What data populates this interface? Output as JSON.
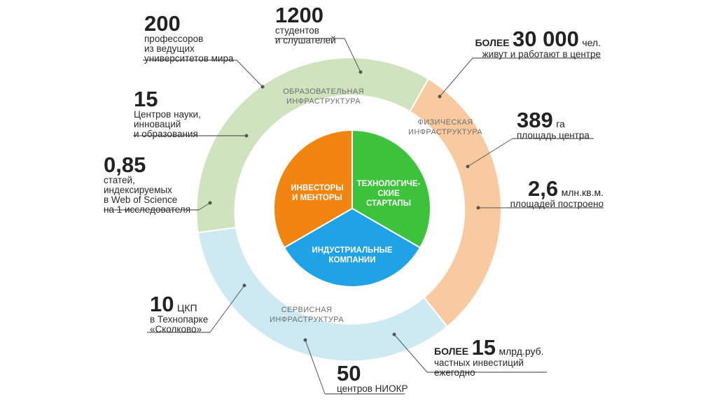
{
  "segments": {
    "education": {
      "line1": "ОБРАЗОВАТЕЛЬНАЯ",
      "line2": "ИНФРАСТРУКТУРА",
      "color": "#cfe3bf"
    },
    "physical": {
      "line1": "ФИЗИЧЕСКАЯ",
      "line2": "ИНФРАСТРУКТУРА",
      "color": "#f9caa0"
    },
    "service": {
      "line1": "СЕРВИСНАЯ",
      "line2": "ИНФРАСТРУКТУРА",
      "color": "#cde9f2"
    }
  },
  "core": {
    "investors": {
      "line1": "ИНВЕСТОРЫ",
      "line2": "И МЕНТОРЫ",
      "color": "#f2850f"
    },
    "startups": {
      "line1": "ТЕХНОЛОГИЧЕ-",
      "line2": "СКИЕ",
      "line3": "СТАРТАПЫ",
      "color": "#3cc33b"
    },
    "companies": {
      "line1": "ИНДУСТРИАЛЬНЫЕ",
      "line2": "КОМПАНИИ",
      "color": "#1fa2e6"
    }
  },
  "stats": {
    "professors": {
      "number": "200",
      "line1": "профессоров",
      "line2": "из ведущих",
      "line3": "университетов мира"
    },
    "students": {
      "number": "1200",
      "line1": "студентов",
      "line2": "и слушателей"
    },
    "centers": {
      "number": "15",
      "line1": "Центров науки,",
      "line2": "инноваций",
      "line3": "и образования"
    },
    "articles": {
      "number": "0,85",
      "line1": "статей,",
      "line2": "индексируемых",
      "line3": "в Web of Science",
      "line4": "на 1 исследователя"
    },
    "residents": {
      "prefix": "БОЛЕЕ",
      "number": "30 000",
      "unit": "чел.",
      "line1": "живут и работают в центре"
    },
    "area": {
      "number": "389",
      "unit": "га",
      "line1": "площадь центра"
    },
    "built": {
      "number": "2,6",
      "unit": "млн.кв.м.",
      "line1": "площадей построено"
    },
    "ckp": {
      "number": "10",
      "unit": "ЦКП",
      "line1": "в Технопарке",
      "line2": "«Сколково»"
    },
    "niokr": {
      "number": "50",
      "line1": "центров НИОКР"
    },
    "investments": {
      "prefix": "БОЛЕЕ",
      "number": "15",
      "unit": "млрд.руб.",
      "line1": "частных инвестиций",
      "line2": "ежегодно"
    }
  }
}
